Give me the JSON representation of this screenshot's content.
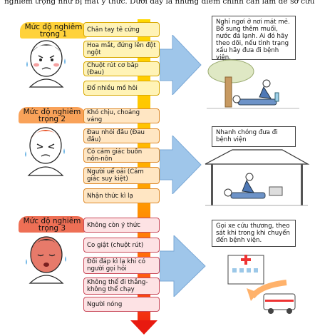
{
  "intro_text": "nghiêm trọng như bị mất ý thức. Dưới đây là những điểm chính cần làm để sơ cứu:",
  "colors": {
    "level1": "#ffd23a",
    "level2": "#f9a259",
    "level3": "#ee6f55",
    "arrow_blue": "#9fc6ea",
    "severity_arrow": [
      "#ffd800",
      "#f02a10"
    ]
  },
  "levels": [
    {
      "label_line1": "Mức độ nghiêm",
      "label_line2": "trọng 1",
      "symptoms": [
        "Chân tay tê cứng",
        "Hoa mắt, đứng lên đột ngột",
        "Chuột rút cơ bắp (Đau)",
        "Đổ nhiều mồ hôi"
      ],
      "action": "Nghỉ ngơi ở nơi mát mẻ. Bổ sung thêm muối, nước đá lạnh. Ai đó hãy theo dõi, nếu tình trạng xấu hãy đưa đi bệnh viện."
    },
    {
      "label_line1": "Mức độ nghiêm",
      "label_line2": "trọng 2",
      "symptoms": [
        "Khó chịu, choáng váng",
        "Đau nhói đầu (Đau đầu)",
        "Có cảm giác buồn nôn-nôn",
        "Người uể oải (Cảm giác suy kiệt)",
        "Nhận thức kì lạ"
      ],
      "action": "Nhanh chóng đưa đi bệnh viện"
    },
    {
      "label_line1": "Mức độ nghiêm",
      "label_line2": "trọng 3",
      "symptoms": [
        "Không còn ý thức",
        "Co giật (chuột rút)",
        "Đối đáp kì lạ khi có người gọi hỏi",
        "Không thể đi thẳng-không thể chạy",
        "Người nóng"
      ],
      "action": "Gọi xe cứu thương, theo sát khi trong khi chuyển đến bệnh viện."
    }
  ],
  "icons": {
    "face1": "sweating-face-icon",
    "face2": "dizzy-face-icon",
    "face3": "unconscious-face-icon",
    "pic1": "resting-under-tree-illustration",
    "pic2": "tent-first-aid-illustration",
    "pic3": "hospital-ambulance-illustration"
  }
}
